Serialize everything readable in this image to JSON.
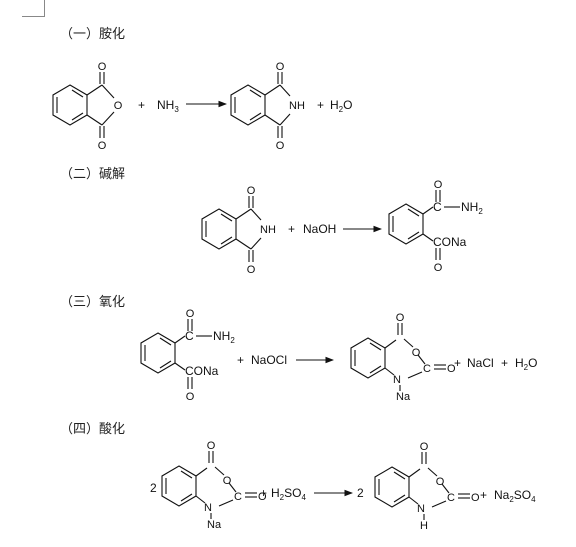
{
  "sections": [
    {
      "title": "（一）胺化"
    },
    {
      "title": "（二）碱解"
    },
    {
      "title": "（三）氧化"
    },
    {
      "title": "（四）酸化"
    }
  ],
  "labels": {
    "o": "O",
    "nh": "NH",
    "plus": "+",
    "nh3_main": "NH",
    "nh3_sub": "3",
    "h2o_a": "H",
    "h2o_sub": "2",
    "h2o_b": "O",
    "naoh": "NaOH",
    "c_nh2_c": "C",
    "c_nh2_rest": "NH",
    "nh2_sub": "2",
    "cona": "CONa",
    "naocl": "NaOCl",
    "nacl": "NaCl",
    "c": "C",
    "n": "N",
    "na": "Na",
    "h": "H",
    "coef2": "2",
    "h2so4_h": "H",
    "h2so4_sub2": "2",
    "h2so4_so": "SO",
    "h2so4_sub4": "4",
    "na2so4_na": "Na",
    "na2so4_sub2": "2",
    "na2so4_so": "SO",
    "na2so4_sub4": "4"
  }
}
